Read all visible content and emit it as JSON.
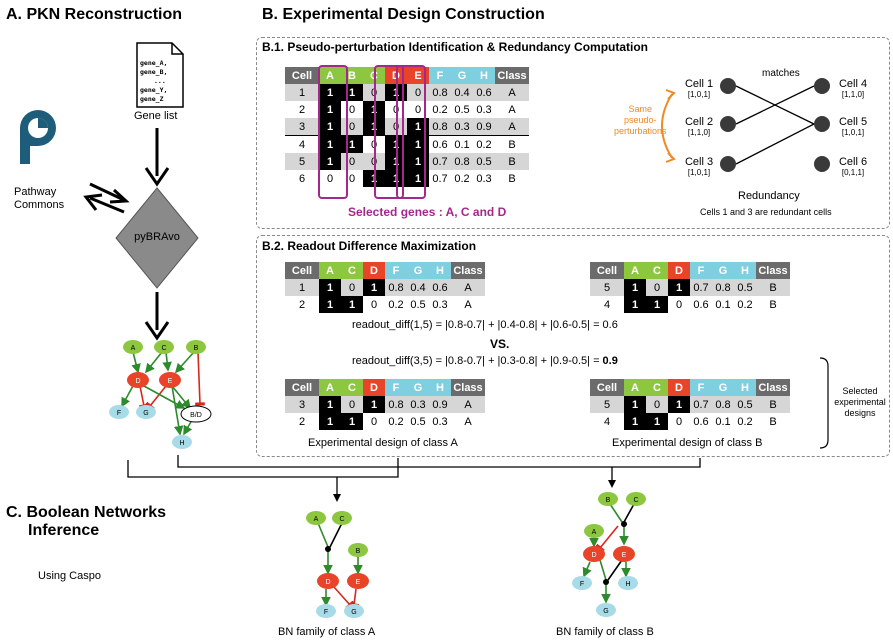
{
  "headings": {
    "a": "A. PKN Reconstruction",
    "b": "B. Experimental Design Construction",
    "b1": "B.1. Pseudo-perturbation Identification & Redundancy Computation",
    "b2": "B.2. Readout Difference Maximization",
    "c_line1": "C. Boolean Networks",
    "c_line2": "Inference",
    "c_sub": "Using Caspo"
  },
  "pkn": {
    "genes": [
      "gene_A,",
      "gene_B,",
      "...",
      "gene_Y,",
      "gene_Z"
    ],
    "gene_list_label": "Gene list",
    "pc_label_1": "Pathway",
    "pc_label_2": "Commons",
    "tool_label": "pyBRAvo"
  },
  "colors": {
    "green": "#8dc63f",
    "red": "#e8442a",
    "blue": "#7ecfe0",
    "gray_header": "#6b6b6b",
    "purple": "#a4288c",
    "orange": "#f08a24",
    "dark_node": "#3a3a3a",
    "diamond": "#8a8a8a",
    "pc_teal": "#1d5d7a"
  },
  "b1_table": {
    "headers": [
      "Cell",
      "A",
      "B",
      "C",
      "D",
      "E",
      "F",
      "G",
      "H",
      "Class"
    ],
    "header_colors": [
      "gray",
      "green",
      "green",
      "green",
      "red",
      "red",
      "blue",
      "blue",
      "blue",
      "gray"
    ],
    "rows": [
      [
        "1",
        "1",
        "1",
        "0",
        "1",
        "0",
        "0.8",
        "0.4",
        "0.6",
        "A"
      ],
      [
        "2",
        "1",
        "0",
        "1",
        "0",
        "0",
        "0.2",
        "0.5",
        "0.3",
        "A"
      ],
      [
        "3",
        "1",
        "0",
        "1",
        "0",
        "1",
        "0.8",
        "0.3",
        "0.9",
        "A"
      ],
      [
        "4",
        "1",
        "1",
        "0",
        "1",
        "1",
        "0.6",
        "0.1",
        "0.2",
        "B"
      ],
      [
        "5",
        "1",
        "0",
        "0",
        "1",
        "1",
        "0.7",
        "0.8",
        "0.5",
        "B"
      ],
      [
        "6",
        "0",
        "0",
        "1",
        "1",
        "1",
        "0.7",
        "0.2",
        "0.3",
        "B"
      ]
    ],
    "selected_label": "Selected genes : A, C and D"
  },
  "redundancy": {
    "same_label_1": "Same",
    "same_label_2": "pseudo-",
    "same_label_3": "perturbations",
    "matches": "matches",
    "cells_left": [
      {
        "name": "Cell 1",
        "vec": "[1,0,1]"
      },
      {
        "name": "Cell 2",
        "vec": "[1,1,0]"
      },
      {
        "name": "Cell 3",
        "vec": "[1,0,1]"
      }
    ],
    "cells_right": [
      {
        "name": "Cell 4",
        "vec": "[1,1,0]"
      },
      {
        "name": "Cell 5",
        "vec": "[1,0,1]"
      },
      {
        "name": "Cell 6",
        "vec": "[0,1,1]"
      }
    ],
    "title": "Redundancy",
    "caption": "Cells 1 and 3 are redundant cells"
  },
  "b2": {
    "headers": [
      "Cell",
      "A",
      "C",
      "D",
      "F",
      "G",
      "H",
      "Class"
    ],
    "header_colors": [
      "gray",
      "green",
      "green",
      "red",
      "blue",
      "blue",
      "blue",
      "gray"
    ],
    "top_left": [
      [
        "1",
        "1",
        "0",
        "1",
        "0.8",
        "0.4",
        "0.6",
        "A"
      ],
      [
        "2",
        "1",
        "1",
        "0",
        "0.2",
        "0.5",
        "0.3",
        "A"
      ]
    ],
    "top_right": [
      [
        "5",
        "1",
        "0",
        "1",
        "0.7",
        "0.8",
        "0.5",
        "B"
      ],
      [
        "4",
        "1",
        "1",
        "0",
        "0.6",
        "0.1",
        "0.2",
        "B"
      ]
    ],
    "bot_left": [
      [
        "3",
        "1",
        "0",
        "1",
        "0.8",
        "0.3",
        "0.9",
        "A"
      ],
      [
        "2",
        "1",
        "1",
        "0",
        "0.2",
        "0.5",
        "0.3",
        "A"
      ]
    ],
    "bot_right": [
      [
        "5",
        "1",
        "0",
        "1",
        "0.7",
        "0.8",
        "0.5",
        "B"
      ],
      [
        "4",
        "1",
        "1",
        "0",
        "0.6",
        "0.1",
        "0.2",
        "B"
      ]
    ],
    "eq1": "readout_diff(1,5) = |0.8-0.7| + |0.4-0.8| + |0.6-0.5| = 0.6",
    "vs": "VS.",
    "eq2_prefix": "readout_diff(3,5) = |0.8-0.7| + |0.3-0.8| + |0.9-0.5| = ",
    "eq2_value": "0.9",
    "caption_a": "Experimental design of class A",
    "caption_b": "Experimental design of class B",
    "selected_1": "Selected",
    "selected_2": "experimental",
    "selected_3": "designs"
  },
  "bn": {
    "label_a": "BN family of class A",
    "label_b": "BN family of class B"
  },
  "node_labels": {
    "A": "A",
    "B": "B",
    "C": "C",
    "D": "D",
    "E": "E",
    "F": "F",
    "G": "G",
    "H": "H",
    "BD": "B/D"
  }
}
